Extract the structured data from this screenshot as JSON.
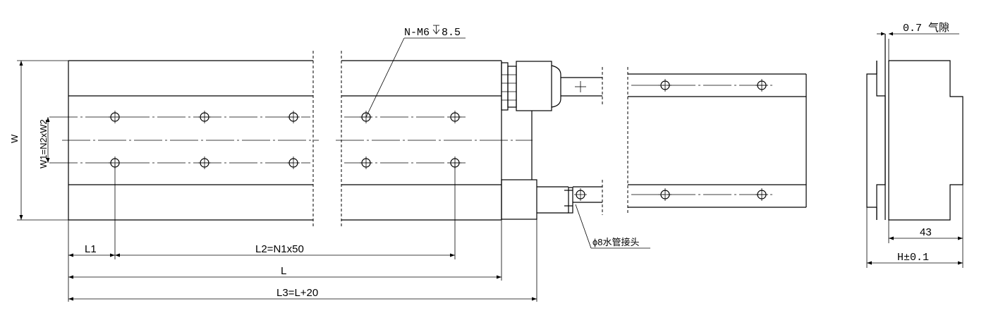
{
  "labels": {
    "thread_spec": "N-M6",
    "thread_depth": "8.5",
    "air_gap": "0.7 气隙",
    "width": "W",
    "w_spacing": "W1=N2xW2",
    "l1": "L1",
    "l2": "L2=N1x50",
    "l": "L",
    "l3": "L3=L+20",
    "fitting": "ϕ8水管接头",
    "dim_43": "43",
    "height": "H±0.1"
  }
}
